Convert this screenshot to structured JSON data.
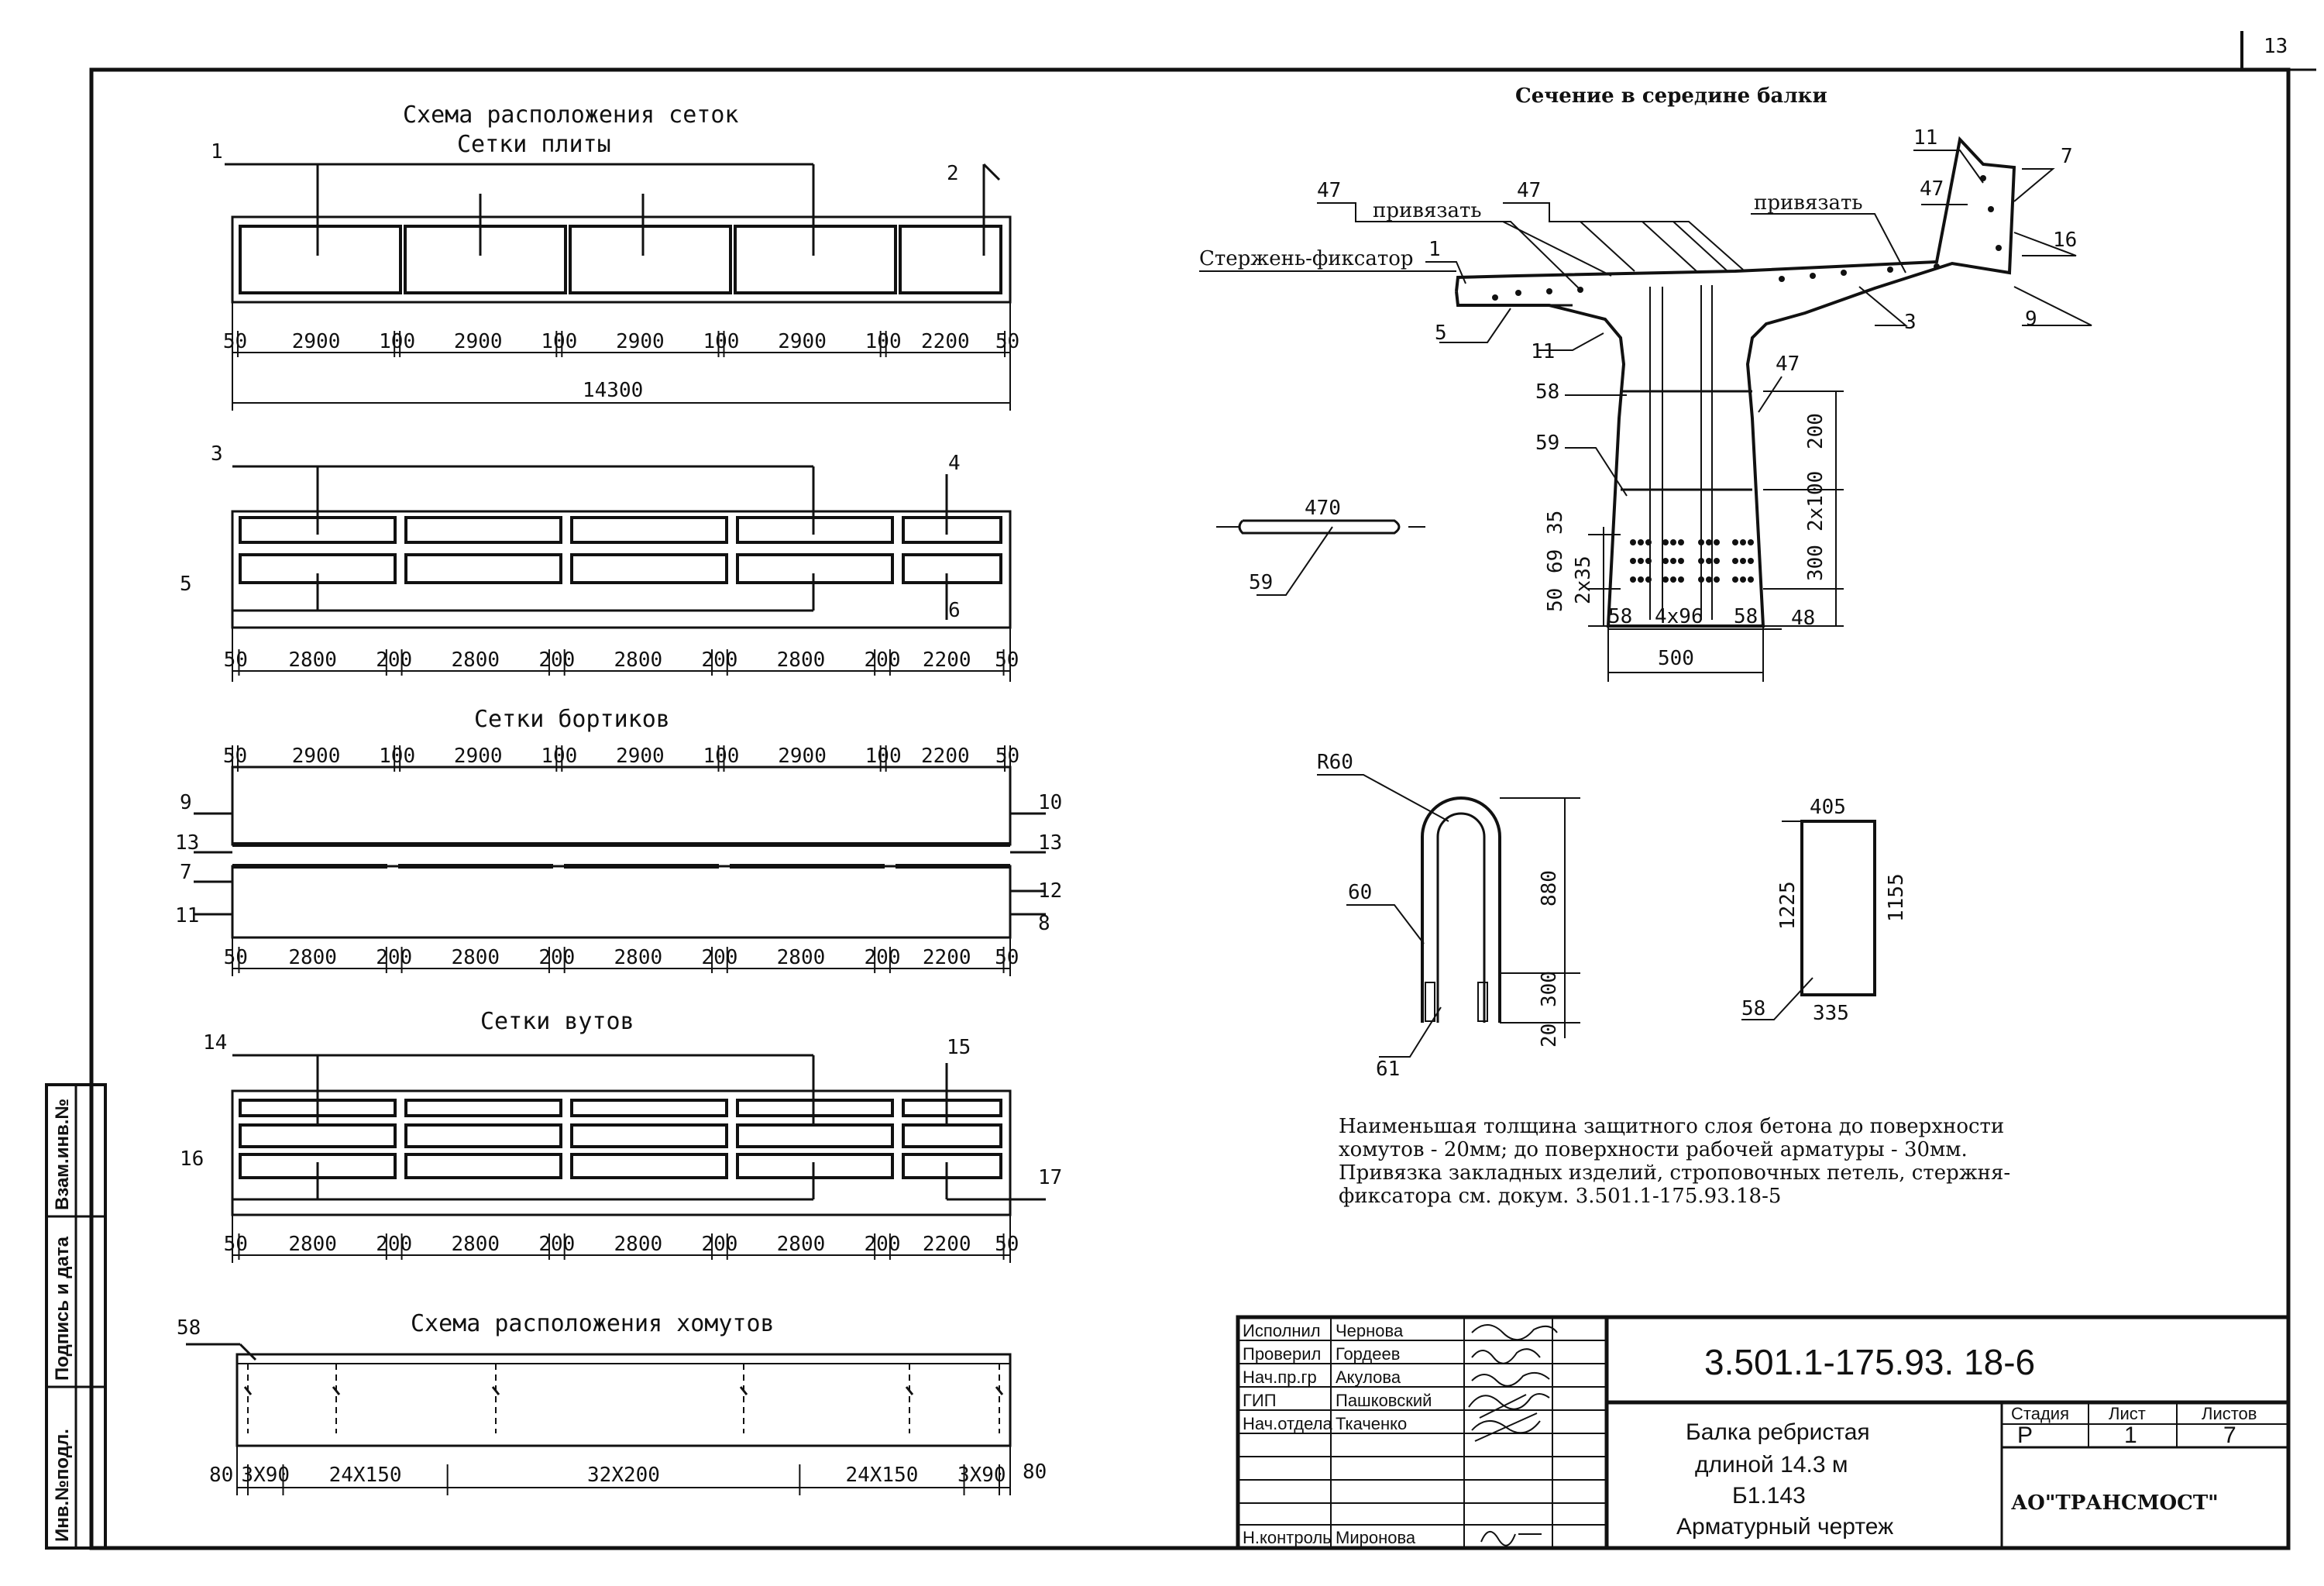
{
  "page_number": "13",
  "side_stamp": {
    "inv_podl": "Инв.№подл.",
    "podpis": "Подпись и дата",
    "vzam": "Взам.инв.№"
  },
  "setki_scheme": {
    "title": "Схема расположения сеток",
    "plate_title": "Сетки плиты",
    "plate1": {
      "labels": [
        "1",
        "2"
      ],
      "dims": [
        "50",
        "2900",
        "100",
        "2900",
        "100",
        "2900",
        "100",
        "2900",
        "100",
        "2200",
        "50"
      ],
      "total": "14300"
    },
    "plate2": {
      "labels": [
        "3",
        "4",
        "5",
        "6"
      ],
      "dims": [
        "50",
        "2800",
        "200",
        "2800",
        "200",
        "2800",
        "200",
        "2800",
        "200",
        "2200",
        "50"
      ]
    },
    "board_title": "Сетки бортиков",
    "board": {
      "top_dims": [
        "50",
        "2900",
        "100",
        "2900",
        "100",
        "2900",
        "100",
        "2900",
        "100",
        "2200",
        "50"
      ],
      "labels_left": [
        "9",
        "13",
        "7",
        "11"
      ],
      "labels_right": [
        "10",
        "13",
        "12",
        "8"
      ],
      "dims": [
        "50",
        "2800",
        "200",
        "2800",
        "200",
        "2800",
        "200",
        "2800",
        "200",
        "2200",
        "50"
      ]
    },
    "vut_title": "Сетки   вутов",
    "vut": {
      "labels": [
        "14",
        "15",
        "16",
        "17"
      ],
      "dims": [
        "50",
        "2800",
        "200",
        "2800",
        "200",
        "2800",
        "200",
        "2800",
        "200",
        "2200",
        "50"
      ]
    },
    "khomut_title": "Схема расположения хомутов",
    "khomut": {
      "label": "58",
      "dims": [
        "80",
        "3X90",
        "24X150",
        "32X200",
        "24X150",
        "3X90",
        "80"
      ]
    }
  },
  "section": {
    "title": "Сечение в середине балки",
    "labels": {
      "l47a": "47",
      "l47b": "47",
      "l47c": "47",
      "l47d": "47",
      "privyazat1": "привязать",
      "privyazat2": "привязать",
      "fiksator": "Стержень-фиксатор",
      "l1": "1",
      "l5": "5",
      "l11a": "11",
      "l11b": "11",
      "l7": "7",
      "l16": "16",
      "l9": "9",
      "l3": "3",
      "l58": "58",
      "l59": "59"
    },
    "dims": {
      "d200": "200",
      "d2x100": "2x100",
      "d300": "300",
      "d35": "35",
      "d69": "69",
      "d50": "50",
      "d2x35": "2x35",
      "d58a": "58",
      "d4x96": "4x96",
      "d58b": "58",
      "d48": "48",
      "d500": "500"
    }
  },
  "detail59": {
    "dim": "470",
    "label": "59"
  },
  "detail60": {
    "r": "R60",
    "label60": "60",
    "label61": "61",
    "d880": "880",
    "d300": "300",
    "d20": "20"
  },
  "detail58": {
    "top": "405",
    "left": "1225",
    "right": "1155",
    "bottom": "335",
    "label": "58"
  },
  "notes": [
    "Наименьшая толщина защитного слоя бетона до поверхности",
    "хомутов - 20мм; до поверхности рабочей арматуры - 30мм.",
    "Привязка закладных изделий, строповочных петель, стержня-",
    "фиксатора см. докум. 3.501.1-175.93.18-5"
  ],
  "title_block": {
    "rows": [
      {
        "role": "Исполнил",
        "name": "Чернова"
      },
      {
        "role": "Проверил",
        "name": "Гордеев"
      },
      {
        "role": "Нач.пр.гр",
        "name": "Акулова"
      },
      {
        "role": "ГИП",
        "name": "Пашковский"
      },
      {
        "role": "Нач.отдела",
        "name": "Ткаченко"
      },
      {
        "role": "Н.контроль",
        "name": "Миронова"
      }
    ],
    "code": "3.501.1-175.93.   18-6",
    "doc_title": [
      "Балка ребристая",
      "длиной 14.3 м",
      "Б1.143",
      "Арматурный чертеж"
    ],
    "stage_hdr": "Стадия",
    "sheet_hdr": "Лист",
    "sheets_hdr": "Листов",
    "stage": "Р",
    "sheet": "1",
    "sheets": "7",
    "org": "АО\"ТРАНСМОСТ\""
  }
}
